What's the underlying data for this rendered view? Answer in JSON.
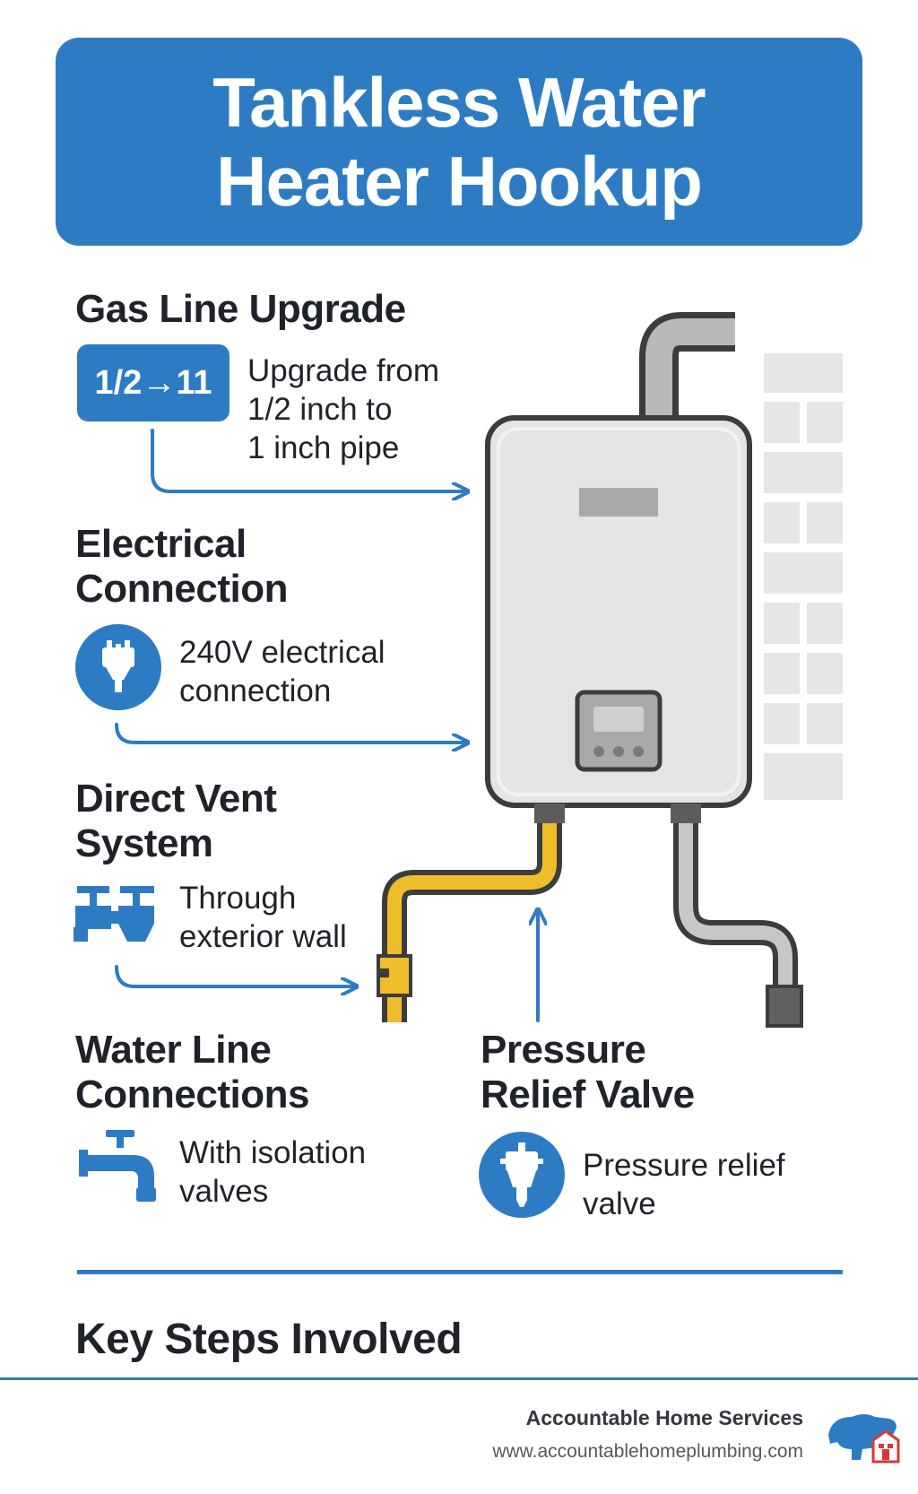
{
  "title": "Tankless Water Heater Hookup",
  "gas": {
    "heading": "Gas Line Upgrade",
    "badge": "1/2→11",
    "desc_lines": [
      "Upgrade from",
      "1/2 inch to",
      "1 inch pipe"
    ],
    "icon": "pipe-size-badge"
  },
  "electrical": {
    "heading_lines": [
      "Electrical",
      "Connection"
    ],
    "desc_lines": [
      "240V electrical",
      "connection"
    ],
    "icon": "plug-icon"
  },
  "vent": {
    "heading_lines": [
      "Direct Vent",
      "System"
    ],
    "desc_lines": [
      "Through",
      "exterior wall"
    ],
    "icon": "valves-icon"
  },
  "water": {
    "heading_lines": [
      "Water Line",
      "Connections"
    ],
    "desc_lines": [
      "With isolation",
      "valves"
    ],
    "icon": "faucet-icon"
  },
  "pressure": {
    "heading_lines": [
      "Pressure",
      "Relief Valve"
    ],
    "desc_lines": [
      "Pressure relief",
      "valve"
    ],
    "icon": "relief-valve-icon"
  },
  "section_title": "Key Steps Involved",
  "footer": {
    "brand": "Accountable Home Services",
    "website": "www.accountablehomeplumbing.com"
  },
  "colors": {
    "primary_blue": "#2d7cc3",
    "gas_pipe_yellow": "#f0bd2a",
    "unit_gray": "#e4e4e4",
    "outline": "#3c3c3c"
  }
}
